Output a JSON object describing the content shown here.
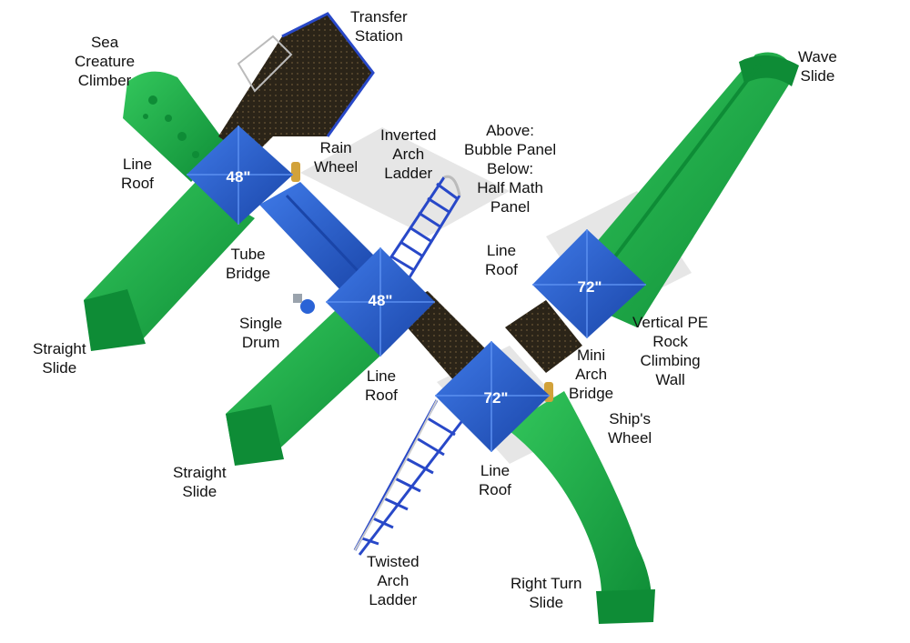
{
  "colors": {
    "slide_green": "#1bb34a",
    "slide_green_dark": "#0e8c36",
    "roof_blue": "#2a63d6",
    "roof_blue_dark": "#1a45a8",
    "deck_dark": "#2b2418",
    "ladder_blue": "#2848c8",
    "brass": "#d2a23a"
  },
  "roofs": {
    "roof_1": "48\"",
    "roof_2": "48\"",
    "roof_3": "72\"",
    "roof_4": "72\""
  },
  "labels": {
    "transfer_station": "Transfer\nStation",
    "sea_creature_climber": "Sea\nCreature\nClimber",
    "wave_slide": "Wave\nSlide",
    "line_roof_tl": "Line\nRoof",
    "rain_wheel": "Rain\nWheel",
    "inverted_arch_ladder": "Inverted\nArch\nLadder",
    "above_below": "Above:\nBubble Panel\nBelow:\nHalf Math\nPanel",
    "tube_bridge": "Tube\nBridge",
    "line_roof_center": "Line\nRoof",
    "single_drum": "Single\nDrum",
    "straight_slide_left": "Straight\nSlide",
    "vertical_pe_wall": "Vertical PE\nRock\nClimbing\nWall",
    "mini_arch_bridge": "Mini\nArch\nBridge",
    "line_roof_mid": "Line\nRoof",
    "ships_wheel": "Ship's\nWheel",
    "straight_slide_bottom": "Straight\nSlide",
    "line_roof_bottom": "Line\nRoof",
    "twisted_arch_ladder": "Twisted\nArch\nLadder",
    "right_turn_slide": "Right Turn\nSlide"
  }
}
